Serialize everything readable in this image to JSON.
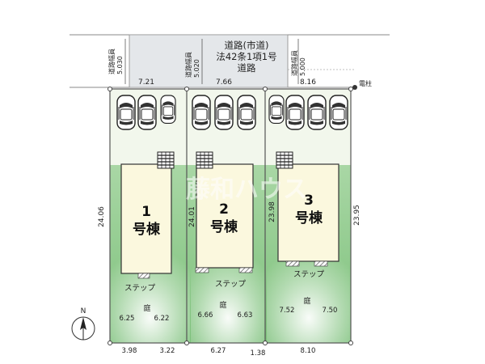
{
  "road": {
    "title_line1": "道路(市道)",
    "title_line2": "法42条1項1号",
    "title_line3": "道路",
    "width_label": "道路幅員",
    "width_a": "5.030",
    "width_b": "5.020",
    "width_c": "5.000"
  },
  "utility_pole": "電柱",
  "watermark": "藤和ハウス",
  "lots": [
    {
      "num": "1",
      "label": "号棟",
      "frontage": "7.21",
      "depth_left": "24.06",
      "step": "ステップ",
      "garden": "庭",
      "garden_left": "6.25",
      "garden_right": "6.22",
      "bottom_a": "3.98",
      "bottom_b": "3.22"
    },
    {
      "num": "2",
      "label": "号棟",
      "frontage": "7.66",
      "depth_left": "24.01",
      "step": "ステップ",
      "garden": "庭",
      "garden_left": "6.66",
      "garden_right": "6.63",
      "bottom_a": "6.27",
      "bottom_b": "1.38"
    },
    {
      "num": "3",
      "label": "号棟",
      "frontage": "8.16",
      "depth_left": "23.98",
      "depth_right": "23.95",
      "step": "ステップ",
      "garden": "庭",
      "garden_left": "7.52",
      "garden_right": "7.50",
      "bottom_a": "8.10"
    }
  ],
  "compass": "N"
}
